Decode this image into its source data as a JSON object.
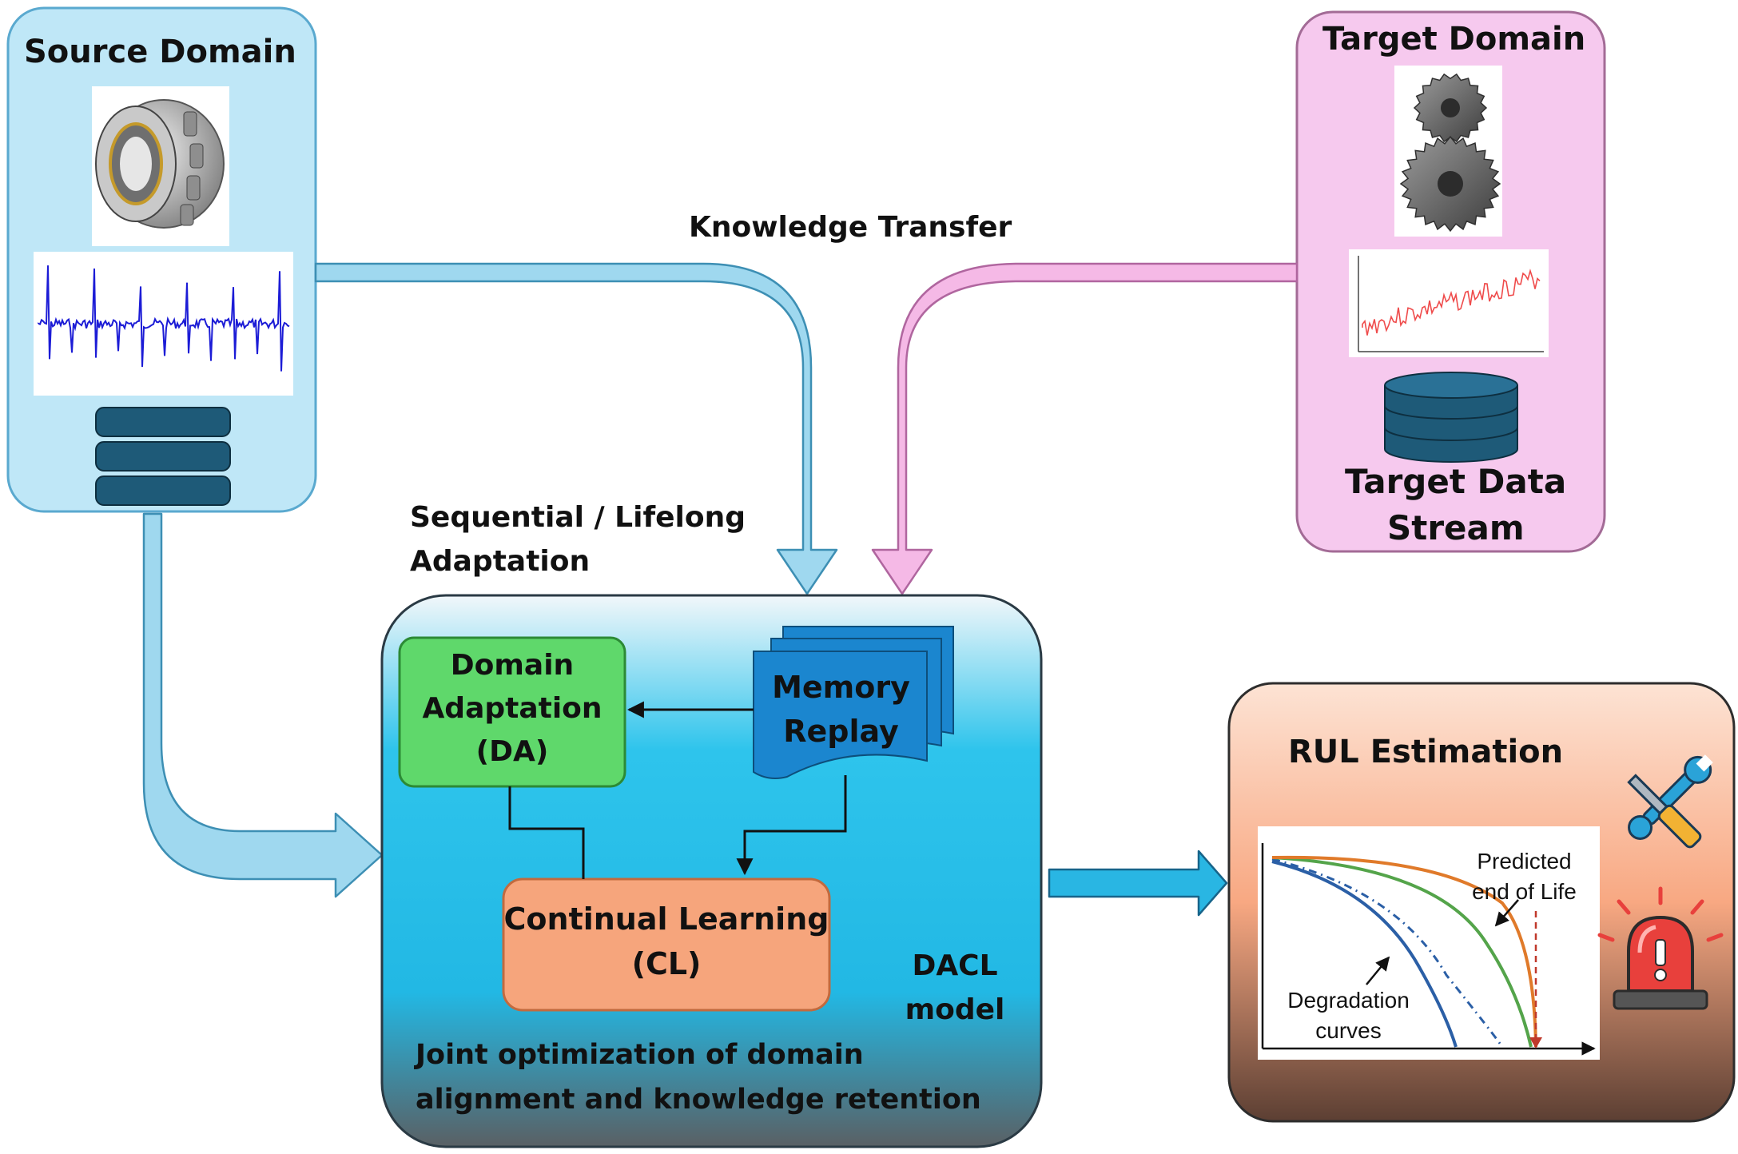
{
  "source": {
    "title": "Source Domain"
  },
  "target": {
    "title": "Target Domain",
    "stream_line1": "Target Data",
    "stream_line2": "Stream"
  },
  "transfer": {
    "label": "Knowledge Transfer"
  },
  "sequential": {
    "line1": "Sequential / Lifelong",
    "line2": "Adaptation"
  },
  "da": {
    "line1": "Domain",
    "line2": "Adaptation",
    "line3": "(DA)"
  },
  "memory": {
    "line1": "Memory",
    "line2": "Replay"
  },
  "cl": {
    "line1": "Continual Learning",
    "line2": "(CL)"
  },
  "dacl": {
    "line1": "DACL",
    "line2": "model"
  },
  "joint": {
    "line1": "Joint optimization of domain",
    "line2": "alignment and knowledge retention"
  },
  "rul": {
    "title": "RUL Estimation",
    "predicted_line1": "Predicted",
    "predicted_line2": "end of Life",
    "degradation_line1": "Degradation",
    "degradation_line2": "curves"
  },
  "colors": {
    "source_bg": "#bfe7f7",
    "target_bg": "#f6c9ee",
    "da_green": "#5fd86b",
    "cl_orange": "#f6a57c",
    "memory_blue": "#1b86cf",
    "db_blue": "#1e5a78",
    "arrow_blue": "#9fd8ef",
    "arrow_pink": "#f5b9e6"
  },
  "icons": [
    "bearing-icon",
    "vibration-signal-icon",
    "database-icon",
    "gear-icon",
    "temperature-plot-icon",
    "wrench-screwdriver-icon",
    "alarm-siren-icon"
  ]
}
